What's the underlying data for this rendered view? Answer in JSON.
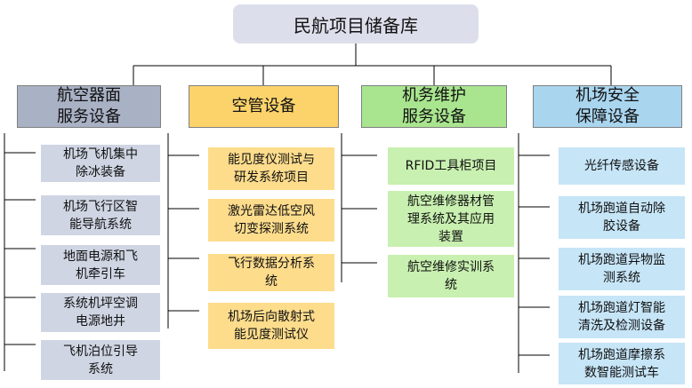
{
  "root": {
    "label": "民航项目储备库"
  },
  "categories": [
    {
      "label": "航空器面\n服务设备",
      "items": [
        "机场飞机集中\n除冰装备",
        "机场飞行区智\n能导航系统",
        "地面电源和飞\n机牵引车",
        "系统机坪空调\n电源地井",
        "飞机泊位引导\n系统"
      ]
    },
    {
      "label": "空管设备",
      "items": [
        "能见度仪测试与\n研发系统项目",
        "激光雷达低空风\n切变探测系统",
        "飞行数据分析系\n统",
        "机场后向散射式\n能见度测试仪"
      ]
    },
    {
      "label": "机务维护\n服务设备",
      "items": [
        "RFID工具柜项目",
        "航空维修器材管\n理系统及其应用\n装置",
        "航空维修实训系\n统"
      ]
    },
    {
      "label": "机场安全\n保障设备",
      "items": [
        "光纤传感设备",
        "机场跑道自动除\n胶设备",
        "机场跑道异物监\n测系统",
        "机场跑道灯智能\n清洗及检测设备",
        "机场跑道摩擦系\n数智能测试车"
      ]
    }
  ],
  "colors": {
    "root_fill": "#dcdfeb",
    "cat_fills": [
      "#a9b1c5",
      "#fcd36b",
      "#a9e58f",
      "#a9d5ef"
    ],
    "item_fills": [
      "#cfd5e3",
      "#fddc8c",
      "#c8f0b0",
      "#c6e5f7"
    ],
    "line": "#000000"
  }
}
